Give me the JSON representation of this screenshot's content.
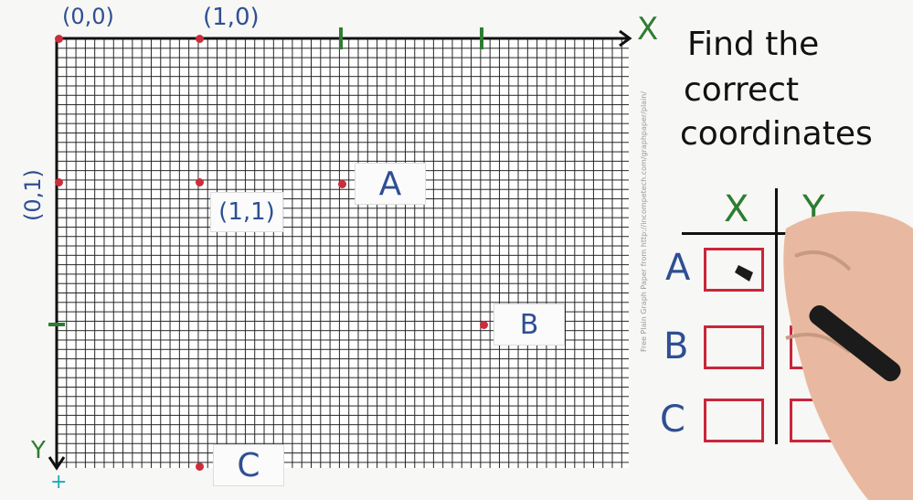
{
  "title_lines": [
    "Find the",
    "correct",
    "coordinates"
  ],
  "axis": {
    "x_label": "X",
    "y_label": "Y",
    "origin_label": "(0,0)",
    "unit_x_label": "(1,0)",
    "unit_y_label": "(0,1)",
    "unit_xy_label": "(1,1)",
    "plus_glyph": "+"
  },
  "points": {
    "A": "A",
    "B": "B",
    "C": "C"
  },
  "table": {
    "col_x": "X",
    "col_y": "Y",
    "rows": [
      "A",
      "B",
      "C"
    ]
  },
  "watermark": "Free Plain Graph Paper from http://incompetech.com/graphpaper/plain/",
  "colors": {
    "blue_ink": "#2f4f93",
    "green_ink": "#2e7d32",
    "red_ink": "#cc2c3b"
  }
}
